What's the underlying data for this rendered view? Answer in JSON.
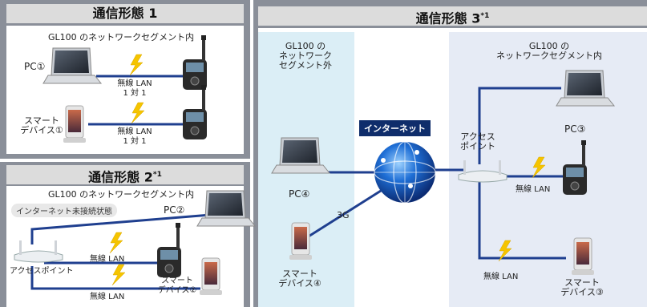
{
  "mode1": {
    "title": "通信形態 1",
    "segment": "GL100 のネットワークセグメント内",
    "pc_label": "PC①",
    "smart_label_l1": "スマート",
    "smart_label_l2": "デバイス①",
    "lan_a_l1": "無線 LAN",
    "lan_a_l2": "1 対 1",
    "lan_b_l1": "無線 LAN",
    "lan_b_l2": "1 対 1"
  },
  "mode2": {
    "title_main": "通信形態 2",
    "title_sup": "*1",
    "segment": "GL100 のネットワークセグメント内",
    "status": "インターネット未接続状態",
    "pc_label": "PC②",
    "ap_label": "アクセスポイント",
    "lan_a": "無線 LAN",
    "smart_label_l1": "スマート",
    "smart_label_l2": "デバイス②",
    "lan_b": "無線 LAN"
  },
  "mode3": {
    "title_main": "通信形態 3",
    "title_sup": "*1",
    "outside_l1": "GL100 の",
    "outside_l2": "ネットワーク",
    "outside_l3": "セグメント外",
    "inside_l1": "GL100 の",
    "inside_l2": "ネットワークセグメント内",
    "internet": "インターネット",
    "pc4_label": "PC④",
    "net3g": "3G",
    "smart4_l1": "スマート",
    "smart4_l2": "デバイス④",
    "ap_l1": "アクセス",
    "ap_l2": "ポイント",
    "pc3_label": "PC③",
    "lan_a": "無線 LAN",
    "lan_b": "無線 LAN",
    "smart3_l1": "スマート",
    "smart3_l2": "デバイス③"
  },
  "colors": {
    "frame": "#8a8f99",
    "link": "#1f3f8f",
    "bolt": "#f5c400",
    "zone_blue": "#dbeef6",
    "zone_lavender": "#e6ebf5",
    "internet_box": "#0f2d6b"
  },
  "icons": [
    "laptop-icon",
    "gl100-logger-icon",
    "smartphone-icon",
    "access-point-icon",
    "globe-icon",
    "lightning-icon",
    "antenna-icon"
  ]
}
